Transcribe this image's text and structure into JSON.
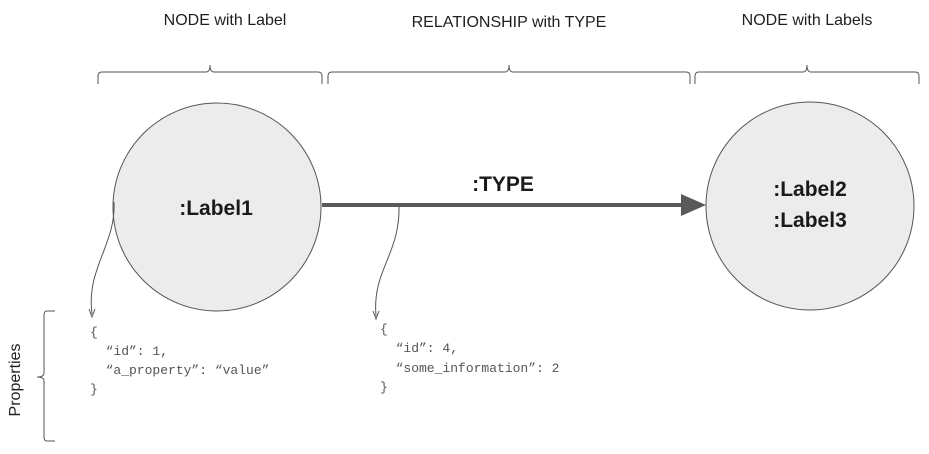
{
  "headers": {
    "node_left": "NODE with Label",
    "relationship": "RELATIONSHIP with TYPE",
    "node_right": "NODE with Labels"
  },
  "nodes": {
    "left": {
      "labels": [
        ":Label1"
      ]
    },
    "right": {
      "labels": [
        ":Label2",
        ":Label3"
      ]
    }
  },
  "relationship": {
    "type": ":TYPE"
  },
  "properties_label": "Properties",
  "node_properties": [
    "{",
    "  “id”: 1,",
    "  “a_property”: “value”",
    "}"
  ],
  "relationship_properties": [
    "{",
    "  “id”: 4,",
    "  “some_information”: 2",
    "}"
  ],
  "colors": {
    "node_fill": "#ececec",
    "node_stroke": "#555555",
    "arrow": "#595959",
    "bracket": "#555555",
    "code": "#555555"
  }
}
